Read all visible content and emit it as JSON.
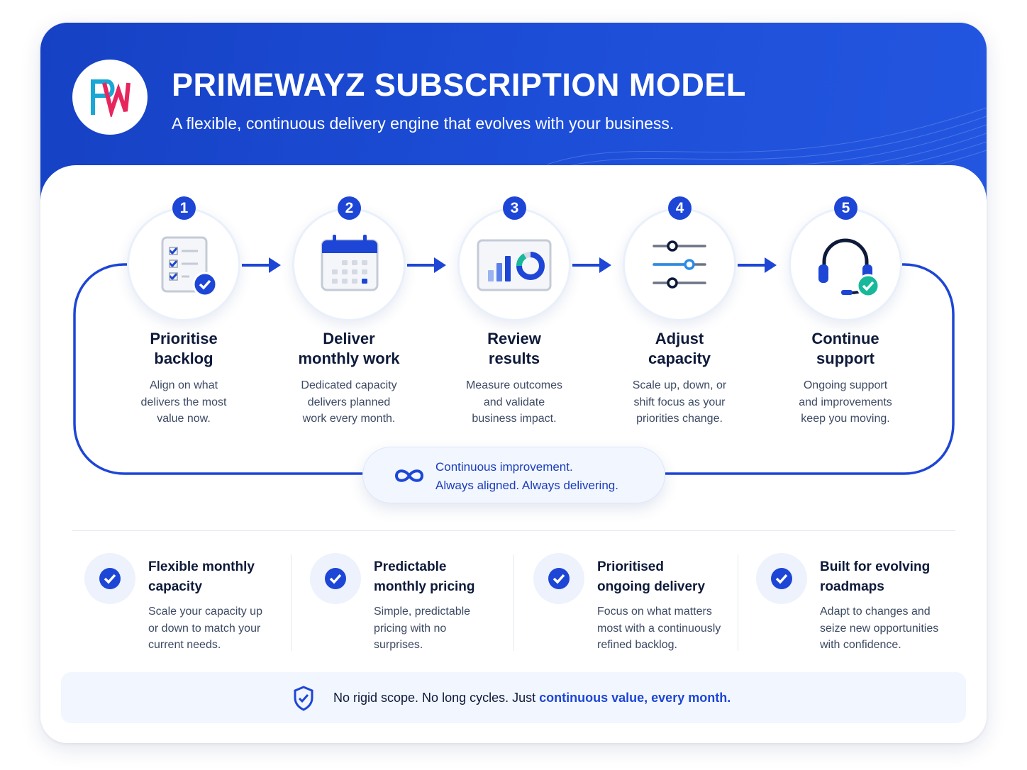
{
  "header": {
    "title": "PRIMEWAYZ SUBSCRIPTION MODEL",
    "subtitle": "A flexible, continuous delivery engine that evolves with your business."
  },
  "steps": [
    {
      "number": "1",
      "title_line1": "Prioritise",
      "title_line2": "backlog",
      "desc": [
        "Align on what",
        "delivers the most",
        "value now."
      ],
      "icon": "checklist-icon"
    },
    {
      "number": "2",
      "title_line1": "Deliver",
      "title_line2": "monthly work",
      "desc": [
        "Dedicated capacity",
        "delivers planned",
        "work every month."
      ],
      "icon": "calendar-icon"
    },
    {
      "number": "3",
      "title_line1": "Review",
      "title_line2": "results",
      "desc": [
        "Measure outcomes",
        "and validate",
        "business impact."
      ],
      "icon": "analytics-icon"
    },
    {
      "number": "4",
      "title_line1": "Adjust",
      "title_line2": "capacity",
      "desc": [
        "Scale up, down, or",
        "shift focus as your",
        "priorities change."
      ],
      "icon": "sliders-icon"
    },
    {
      "number": "5",
      "title_line1": "Continue",
      "title_line2": "support",
      "desc": [
        "Ongoing support",
        "and improvements",
        "keep you moving."
      ],
      "icon": "headset-icon"
    }
  ],
  "loop": {
    "line1": "Continuous improvement.",
    "line2": "Always aligned. Always delivering."
  },
  "features": [
    {
      "title_line1": "Flexible monthly",
      "title_line2": "capacity",
      "desc": [
        "Scale your capacity up",
        "or down to match your",
        "current needs."
      ]
    },
    {
      "title_line1": "Predictable",
      "title_line2": "monthly pricing",
      "desc": [
        "Simple, predictable",
        "pricing with no",
        "surprises."
      ]
    },
    {
      "title_line1": "Prioritised",
      "title_line2": "ongoing delivery",
      "desc": [
        "Focus on what matters",
        "most with a continuously",
        "refined backlog."
      ]
    },
    {
      "title_line1": "Built for evolving",
      "title_line2": "roadmaps",
      "desc": [
        "Adapt to changes and",
        "seize new opportunities",
        "with confidence."
      ]
    }
  ],
  "footer": {
    "text_plain": "No rigid scope. No long cycles. Just ",
    "text_highlight": "continuous value, every month."
  },
  "colors": {
    "brand_blue": "#1d46d6",
    "header_blue": "#1641c4",
    "accent_teal": "#18b89a",
    "text_dark": "#0e1a3a"
  }
}
